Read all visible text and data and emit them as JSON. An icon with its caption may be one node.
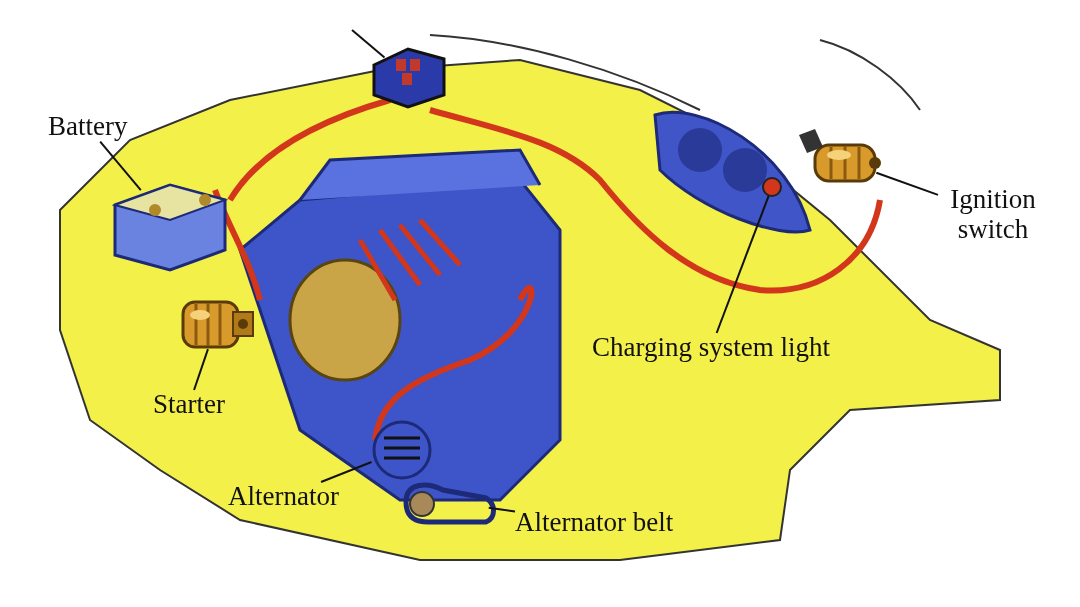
{
  "diagram": {
    "nodes": [
      {
        "text": [
          "Battery"
        ]
      },
      {
        "text": [],
        "shape": "picture"
      },
      {
        "text": [
          "Starter"
        ]
      },
      {
        "text": [],
        "shape": "picture"
      },
      {
        "text": [
          "Alternator"
        ]
      },
      {
        "text": [],
        "shape": "picture"
      },
      {
        "text": [
          "Alternator belt"
        ]
      },
      {
        "text": [],
        "shape": "picture"
      },
      {
        "text": [
          "Charging system light"
        ]
      },
      {
        "text": [],
        "shape": "circle"
      },
      {
        "text": [
          "Ignition switch"
        ]
      },
      {
        "text": [],
        "shape": "picture"
      },
      {
        "text": [],
        "shape": "picture"
      }
    ],
    "edges": [
      {
        "from": 0,
        "to": 1,
        "arrow": "none"
      },
      {
        "from": 2,
        "to": 3,
        "arrow": "none"
      },
      {
        "from": 4,
        "to": 5,
        "arrow": "none"
      },
      {
        "from": 6,
        "to": 7,
        "arrow": "none"
      },
      {
        "from": 8,
        "to": 9,
        "arrow": "none"
      },
      {
        "from": 10,
        "to": 11,
        "arrow": "none"
      },
      {
        "from": null,
        "to": 12,
        "arrow": "none"
      }
    ]
  }
}
